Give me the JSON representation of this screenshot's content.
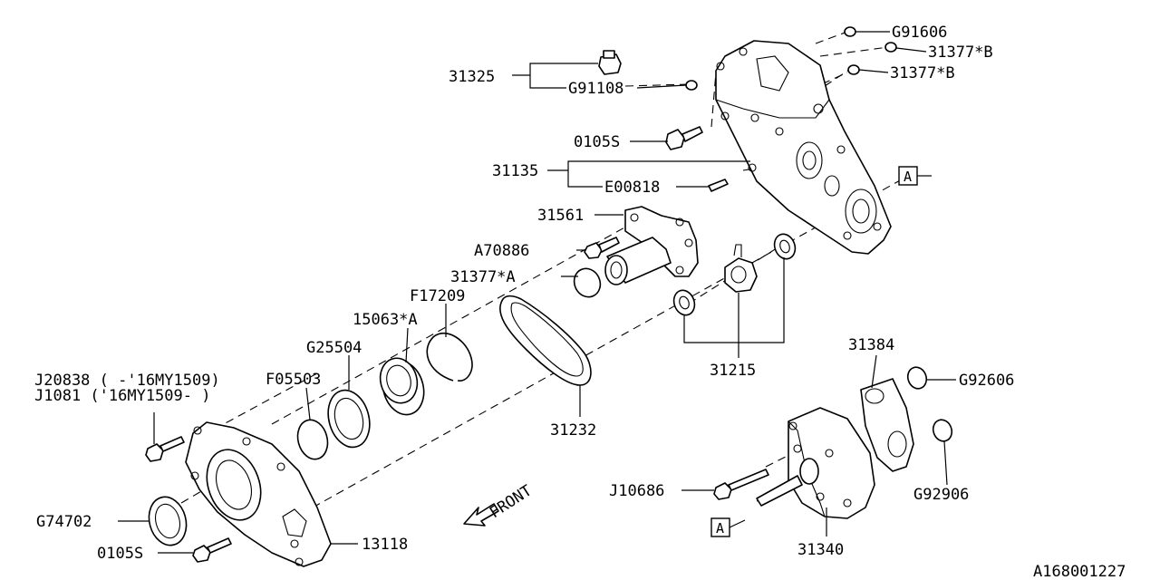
{
  "diagram_id": "A168001227",
  "front_label": "FRONT",
  "reference_mark": "A",
  "labels": {
    "p31325": "31325",
    "g91108": "G91108",
    "g91606": "G91606",
    "p31377b_1": "31377*B",
    "p31377b_2": "31377*B",
    "p0105s_top": "0105S",
    "p31135": "31135",
    "e00818": "E00818",
    "p31561": "31561",
    "a70886": "A70886",
    "p31377a": "31377*A",
    "f17209": "F17209",
    "p15063a": "15063*A",
    "g25504": "G25504",
    "f05503": "F05503",
    "j20838": "J20838 ( -'16MY1509)",
    "j1081": "J1081   ('16MY1509- )",
    "g74702": "G74702",
    "p0105s_bottom": "0105S",
    "p13118": "13118",
    "p31232": "31232",
    "p31215": "31215",
    "p31384": "31384",
    "g92606": "G92606",
    "g92906": "G92906",
    "j10686": "J10686",
    "p31340": "31340"
  }
}
